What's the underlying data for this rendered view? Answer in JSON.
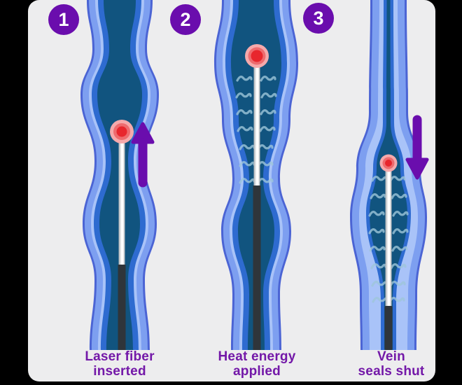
{
  "figure": {
    "panels": [
      {
        "number": "1",
        "caption_line1": "Laser fiber",
        "caption_line2": "inserted",
        "arrow": "up"
      },
      {
        "number": "2",
        "caption_line1": "Heat energy",
        "caption_line2": "applied",
        "arrow": "none"
      },
      {
        "number": "3",
        "caption_line1": "Vein",
        "caption_line2": "seals shut",
        "arrow": "down"
      }
    ],
    "icons": [
      "step-badge",
      "arrow-up-icon",
      "arrow-down-icon",
      "laser-tip-icon",
      "heat-wave-icon"
    ]
  },
  "colors": {
    "background": "#000000",
    "card": "#ededee",
    "badge": "#6a0dad",
    "arrow": "#6a0dad",
    "label": "#7318a8",
    "vein_outline": "#4b64d4",
    "vein_wall": "#7d9ff0",
    "vein_highlight": "#a9c3f8",
    "vein_inner": "#2e6bd0",
    "vein_lumen": "#11547f",
    "heat_wave": "#9ec6da",
    "fiber_edge": "#a9aeb2",
    "fiber_light": "#ffffff",
    "fiber_dark": "#2f353a",
    "tip_core": "#e8262d",
    "tip_mid": "#ee6b6e",
    "tip_halo": "#f5a9ab"
  }
}
